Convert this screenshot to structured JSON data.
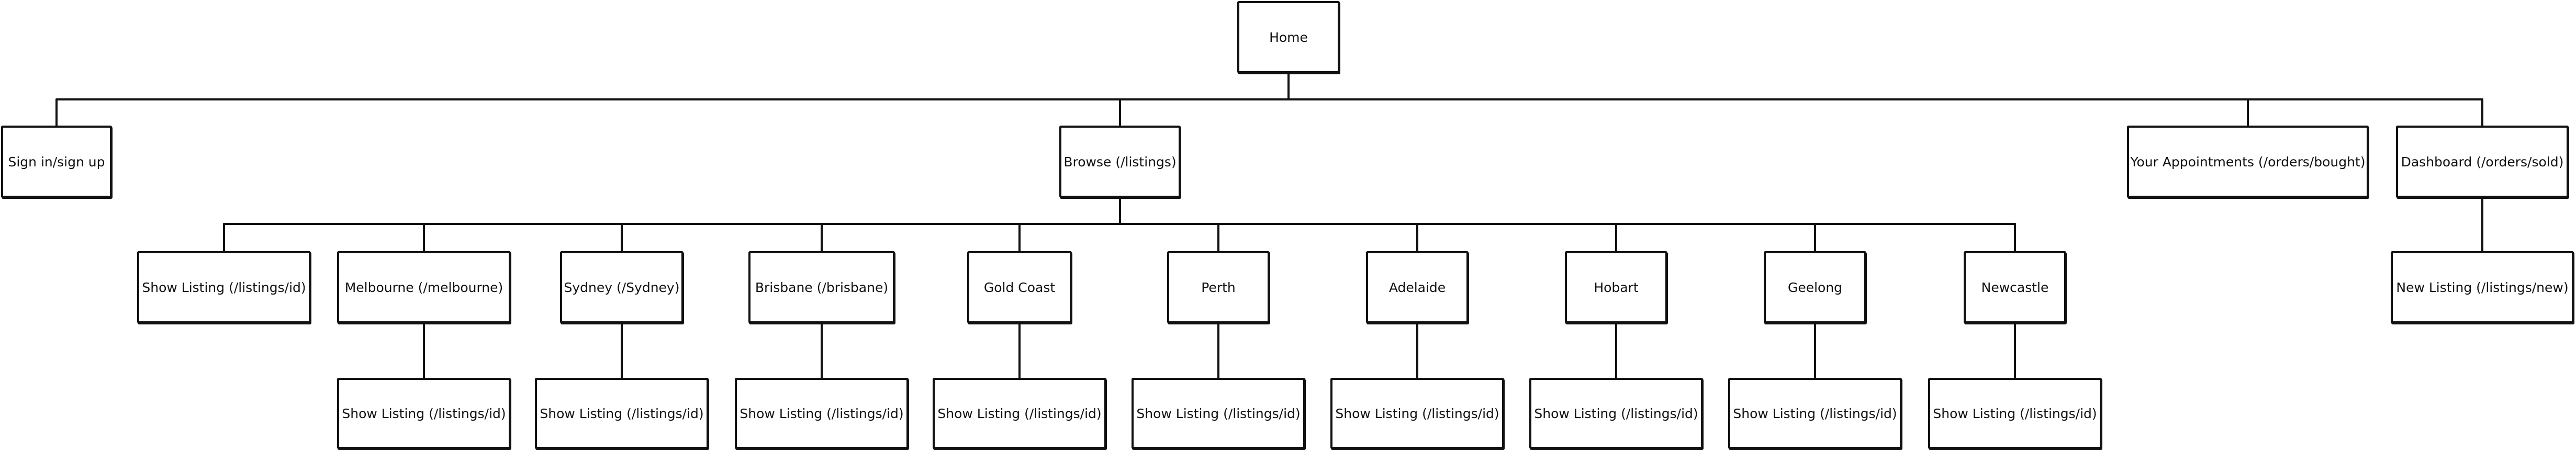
{
  "nodes": {
    "home": "Home",
    "signin": "Sign in/sign up",
    "browse": "Browse (/listings)",
    "appointments": "Your Appointments (/orders/bought)",
    "dashboard": "Dashboard (/orders/sold)",
    "browse_show_listing": "Show Listing (/listings/id)",
    "melbourne": "Melbourne (/melbourne)",
    "sydney": "Sydney (/Sydney)",
    "brisbane": "Brisbane (/brisbane)",
    "goldcoast": "Gold Coast",
    "perth": "Perth",
    "adelaide": "Adelaide",
    "hobart": "Hobart",
    "geelong": "Geelong",
    "newcastle": "Newcastle",
    "new_listing": "New Listing (/listings/new)",
    "city_show_listing": "Show Listing (/listings/id)"
  }
}
